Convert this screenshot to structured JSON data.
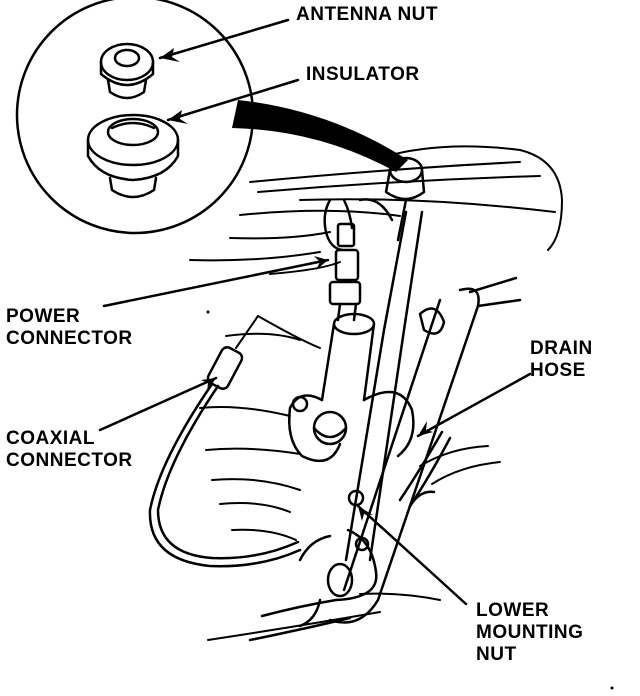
{
  "diagram": {
    "labels": {
      "antenna_nut": [
        "ANTENNA NUT"
      ],
      "insulator": [
        "INSULATOR"
      ],
      "power_connector": [
        "POWER",
        "CONNECTOR"
      ],
      "drain_hose": [
        "DRAIN",
        "HOSE"
      ],
      "coaxial_connector": [
        "COAXIAL",
        "CONNECTOR"
      ],
      "lower_mounting_nut": [
        "LOWER",
        "MOUNTING",
        "NUT"
      ]
    },
    "colors": {
      "ink": "#000000",
      "paper": "#ffffff"
    }
  }
}
